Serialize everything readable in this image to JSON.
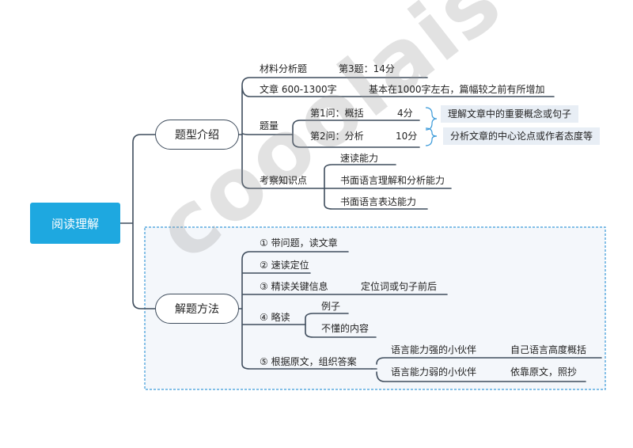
{
  "colors": {
    "root_fill": "#1ea8e0",
    "line": "#3f4d5d",
    "note_fill": "#e8eef5",
    "boundary": "#3a9ad9"
  },
  "root": "阅读理解",
  "branch1": {
    "label": "题型介绍",
    "material_type": "材料分析题",
    "question_no": "第3题：14分",
    "article_length": "文章 600-1300字",
    "article_note": "基本在1000字左右，篇幅较之前有所增加",
    "quantity": {
      "label": "题量",
      "q1": "第1问：概括",
      "q1_score": "4分",
      "q1_note": "理解文章中的重要概念或句子",
      "q2": "第2问：分析",
      "q2_score": "10分",
      "q2_note": "分析文章的中心论点或作者态度等"
    },
    "abilities": {
      "label": "考察知识点",
      "items": [
        "速读能力",
        "书面语言理解和分析能力",
        "书面语言表达能力"
      ]
    }
  },
  "branch2": {
    "label": "解题方法",
    "step1": "① 带问题，读文章",
    "step2": "② 速读定位",
    "step3": "③ 精读关键信息",
    "step3_note": "定位词或句子前后",
    "step4": "④ 略读",
    "step4_items": [
      "例子",
      "不懂的内容"
    ],
    "step5": "⑤ 根据原文，组织答案",
    "step5_rows": [
      {
        "who": "语言能力强的小伙伴",
        "how": "自己语言高度概括"
      },
      {
        "who": "语言能力弱的小伙伴",
        "how": "依靠原文，照抄"
      }
    ]
  },
  "watermark": "cooolais"
}
